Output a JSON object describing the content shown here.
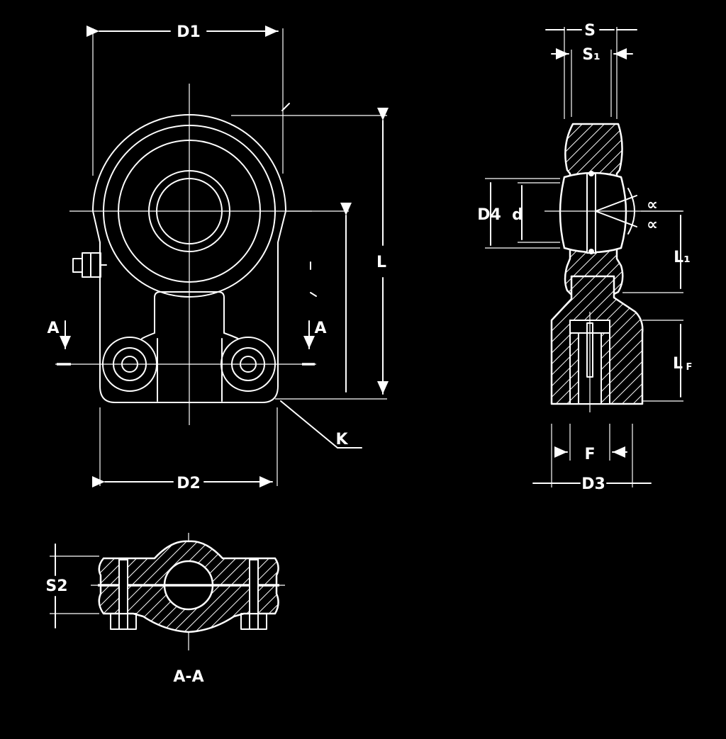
{
  "labels": {
    "d1": "D1",
    "d2": "D2",
    "d3": "D3",
    "d4": "D4",
    "d": "d",
    "s": "S",
    "s1": "S₁",
    "s2": "S2",
    "l": "L",
    "l1": "L₁",
    "lf_main": "L",
    "lf_sub": "F",
    "f": "F",
    "k": "K",
    "alpha_top": "∝",
    "alpha_bottom": "∝",
    "section_a_left": "A",
    "section_a_right": "A",
    "section_caption": "A-A"
  }
}
